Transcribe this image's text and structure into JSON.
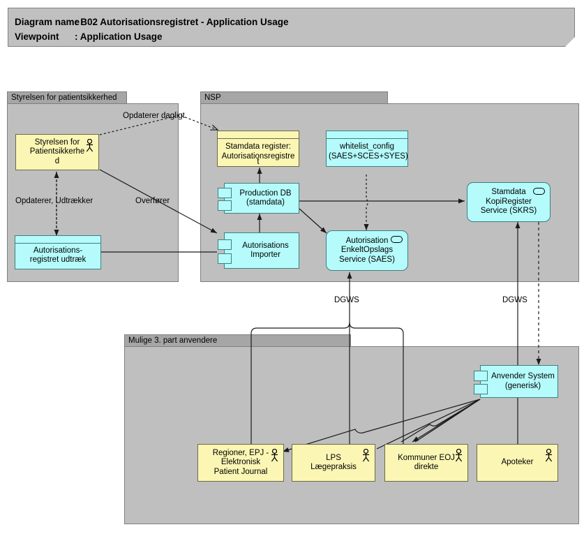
{
  "title": {
    "name_label": "Diagram name",
    "name_value": ": B02 Autorisationsregistret - Application Usage",
    "viewpoint_label": "Viewpoint",
    "viewpoint_value": ": Application Usage"
  },
  "groups": [
    {
      "id": "styrelsen",
      "label": "Styrelsen for patientsikkerhed"
    },
    {
      "id": "nsp",
      "label": "NSP"
    },
    {
      "id": "tredjepart",
      "label": "Mulige 3. part anvendere"
    }
  ],
  "nodes": [
    {
      "id": "styrelsen-actor",
      "label": "Styrelsen for\nPatientsikkerhe\nd",
      "shape": "actor-box",
      "color": "#fbf6b4"
    },
    {
      "id": "autorisationsregistret-udtraek",
      "label": "Autorisations-\nregistret udtræk",
      "shape": "data-object",
      "color": "#b5fbfb"
    },
    {
      "id": "stamdata-register",
      "label": "Stamdata register:\nAutorisationsregistre",
      "overflow": "t",
      "shape": "data-object",
      "color": "#fbf6b4"
    },
    {
      "id": "whitelist-config",
      "label": "whitelist_config\n(SAES+SCES+SYES)",
      "shape": "data-object",
      "color": "#b5fbfb"
    },
    {
      "id": "production-db",
      "label": "Production DB\n(stamdata)",
      "shape": "component",
      "color": "#b5fbfb"
    },
    {
      "id": "autorisations-importer",
      "label": "Autorisations\nImporter",
      "shape": "component",
      "color": "#b5fbfb"
    },
    {
      "id": "saes",
      "label": "Autorisation\nEnkeltOpslags\nService (SAES)",
      "shape": "service",
      "color": "#b5fbfb"
    },
    {
      "id": "skrs",
      "label": "Stamdata\nKopiRegister\nService (SKRS)",
      "shape": "service",
      "color": "#b5fbfb"
    },
    {
      "id": "anvender-system",
      "label": "Anvender System\n(generisk)",
      "shape": "component",
      "color": "#b5fbfb"
    },
    {
      "id": "regioner-epj",
      "label": "Regioner, EPJ -\nElektronisk\nPatient Journal",
      "shape": "actor-box",
      "color": "#fbf6b4"
    },
    {
      "id": "lps",
      "label": "LPS\nLægepraksis",
      "shape": "actor-box",
      "color": "#fbf6b4"
    },
    {
      "id": "kommuner-eoj",
      "label": "Kommuner EOJ\ndirekte",
      "shape": "actor-box",
      "color": "#fbf6b4"
    },
    {
      "id": "apoteker",
      "label": "Apoteker",
      "shape": "actor-box",
      "color": "#fbf6b4"
    }
  ],
  "edge_labels": [
    {
      "id": "opdaterer-dagligt",
      "text": "Opdaterer dagligt"
    },
    {
      "id": "opdaterer-udtraekker",
      "text": "Opdaterer, Udtrækker"
    },
    {
      "id": "overfoerer",
      "text": "Overfører"
    },
    {
      "id": "dgws-left",
      "text": "DGWS"
    },
    {
      "id": "dgws-right",
      "text": "DGWS"
    }
  ],
  "colors": {
    "canvas": "#ffffff",
    "group_fill": "#bfbfbf",
    "group_header": "#a6a6a6",
    "banner": "#c0c0c0",
    "yellow_element": "#fbf6b4",
    "cyan_element": "#b5fbfb",
    "line": "#1a1a1a"
  }
}
